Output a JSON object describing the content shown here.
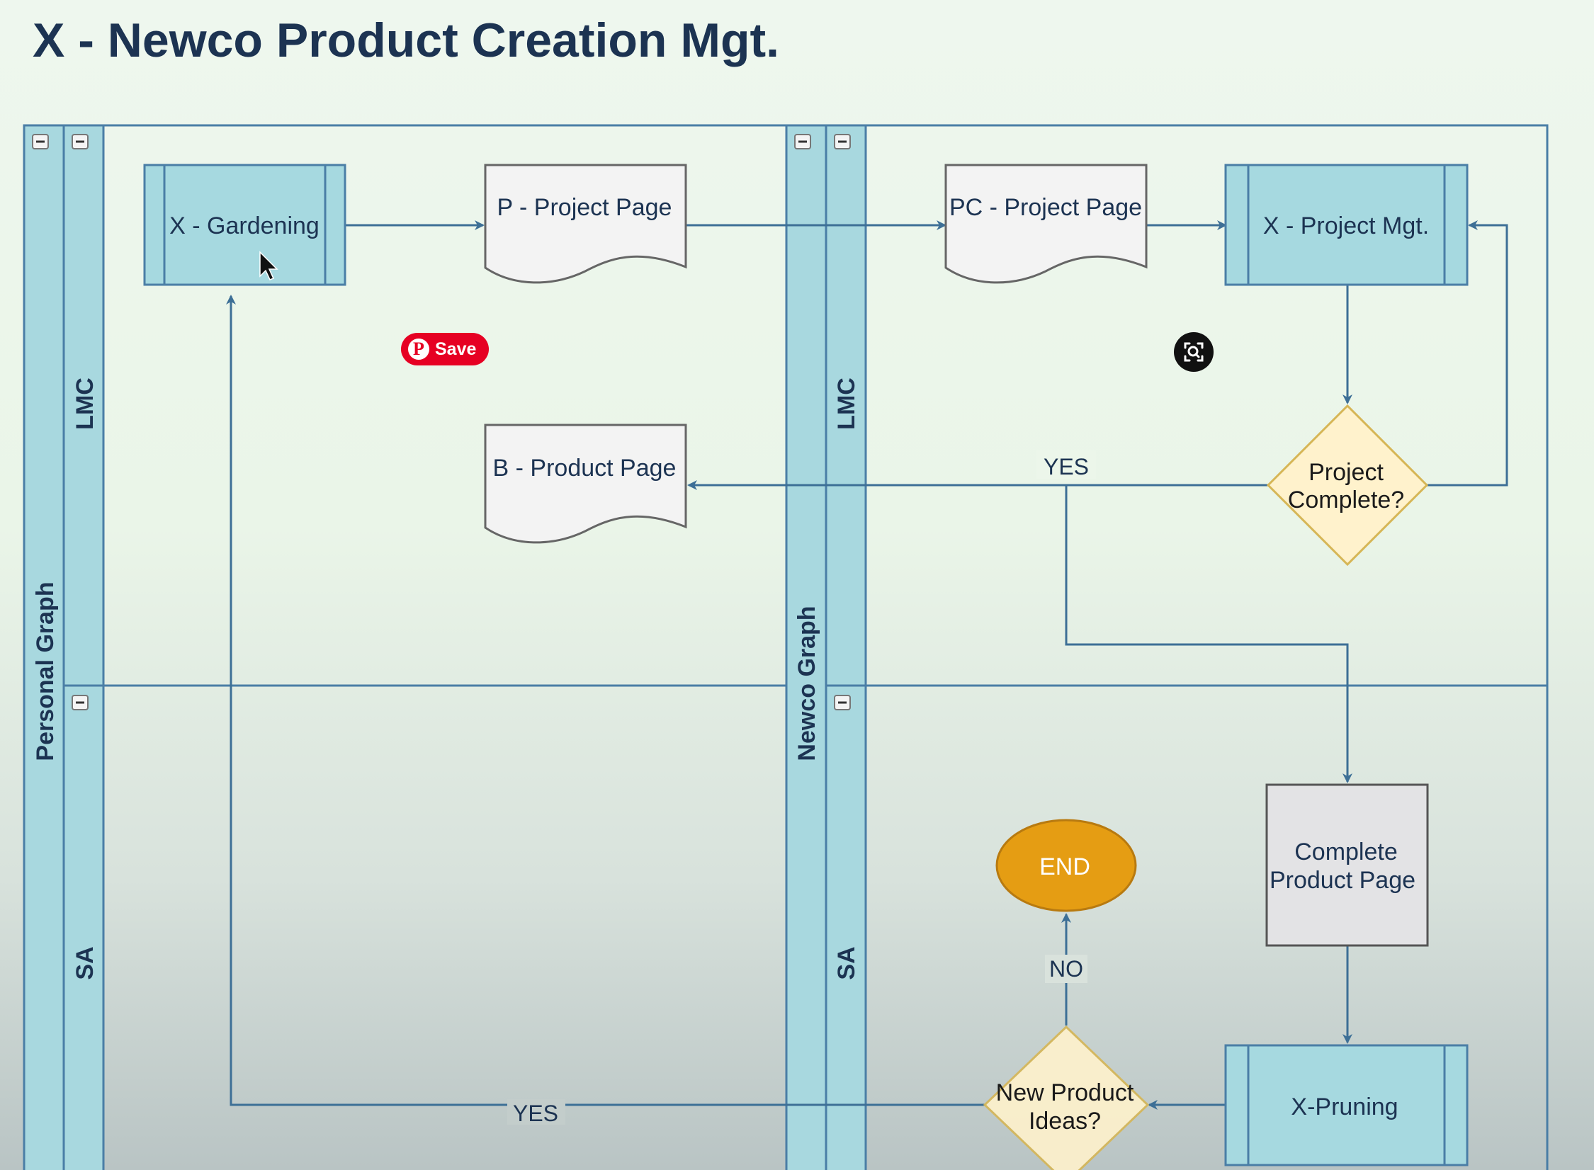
{
  "title": "X - Newco Product Creation Mgt.",
  "pools": [
    {
      "label": "Personal Graph",
      "lanes": [
        {
          "label": "LMC"
        },
        {
          "label": "SA"
        }
      ]
    },
    {
      "label": "Newco Graph",
      "lanes": [
        {
          "label": "LMC"
        },
        {
          "label": "SA"
        }
      ]
    }
  ],
  "nodes": {
    "x_gardening": {
      "label": "X - Gardening",
      "shape": "subprocess"
    },
    "p_project_page": {
      "label": "P - Project Page",
      "shape": "document"
    },
    "pc_project_page": {
      "label": "PC - Project Page",
      "shape": "document"
    },
    "x_project_mgt": {
      "label": "X - Project Mgt.",
      "shape": "subprocess"
    },
    "b_product_page": {
      "label": "B - Product Page",
      "shape": "document"
    },
    "project_complete": {
      "lines": [
        "Project",
        "Complete?"
      ],
      "shape": "decision"
    },
    "complete_product_page": {
      "lines": [
        "Complete",
        "Product Page"
      ],
      "shape": "process"
    },
    "end": {
      "label": "END",
      "shape": "terminator"
    },
    "x_pruning": {
      "label": "X-Pruning",
      "shape": "subprocess"
    },
    "new_product_ideas": {
      "lines": [
        "New Product",
        "Ideas?"
      ],
      "shape": "decision"
    }
  },
  "edge_labels": {
    "project_complete_yes": "YES",
    "new_product_ideas_no": "NO",
    "new_product_ideas_yes": "YES"
  },
  "overlay": {
    "save_button": "Save",
    "pin_icon": "P"
  },
  "colors": {
    "lane_header": "#a8d8df",
    "subprocess_fill": "#a6d9e0",
    "decision_fill": "#fff2cc",
    "decision_stroke": "#d6b656",
    "end_fill": "#e59d13",
    "edge": "#3d6f96",
    "save_red": "#e60023"
  }
}
